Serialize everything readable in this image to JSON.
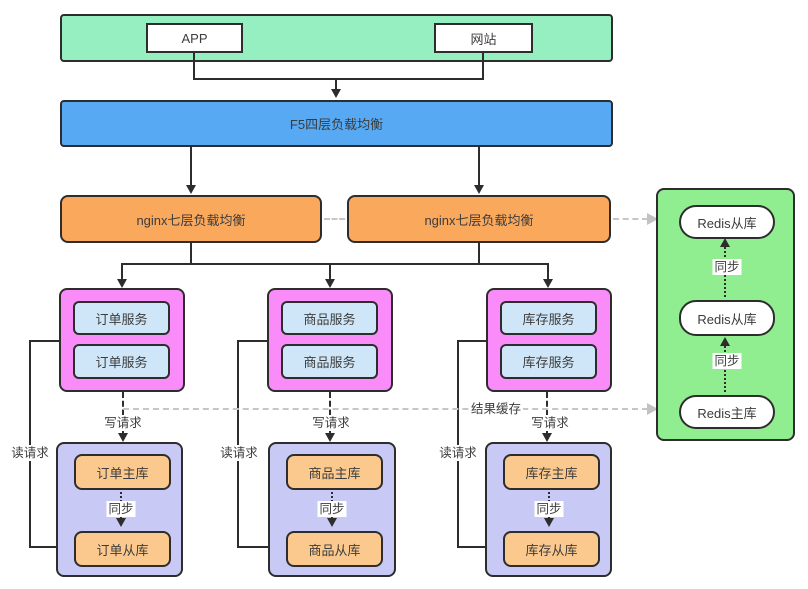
{
  "clients": {
    "app_label": "APP",
    "web_label": "网站"
  },
  "f5": {
    "label": "F5四层负载均衡"
  },
  "nginx": {
    "left_label": "nginx七层负载均衡",
    "right_label": "nginx七层负载均衡"
  },
  "services": [
    {
      "instances": [
        "订单服务",
        "订单服务"
      ]
    },
    {
      "instances": [
        "商品服务",
        "商品服务"
      ]
    },
    {
      "instances": [
        "库存服务",
        "库存服务"
      ]
    }
  ],
  "databases": [
    {
      "master": "订单主库",
      "slave": "订单从库",
      "sync": "同步"
    },
    {
      "master": "商品主库",
      "slave": "商品从库",
      "sync": "同步"
    },
    {
      "master": "库存主库",
      "slave": "库存从库",
      "sync": "同步"
    }
  ],
  "redis": {
    "nodes": [
      "Redis从库",
      "Redis从库",
      "Redis主库"
    ],
    "sync_labels": [
      "同步",
      "同步"
    ]
  },
  "edge_labels": {
    "write": [
      "写请求",
      "写请求",
      "写请求"
    ],
    "read": [
      "读请求",
      "读请求",
      "读请求"
    ],
    "result_cache": "结果缓存"
  },
  "colors": {
    "client_bar_fill": "#96efc0",
    "f5_fill": "#57a9f4",
    "nginx_fill": "#faa85c",
    "service_group_fill": "#fa8cfa",
    "service_fill": "#cfe6f8",
    "db_group_fill": "#c9c9f6",
    "db_fill": "#fbc98e",
    "redis_group_fill": "#90ee90",
    "border": "#2d2d2d",
    "dashed_connector": "#c6c6c6"
  }
}
